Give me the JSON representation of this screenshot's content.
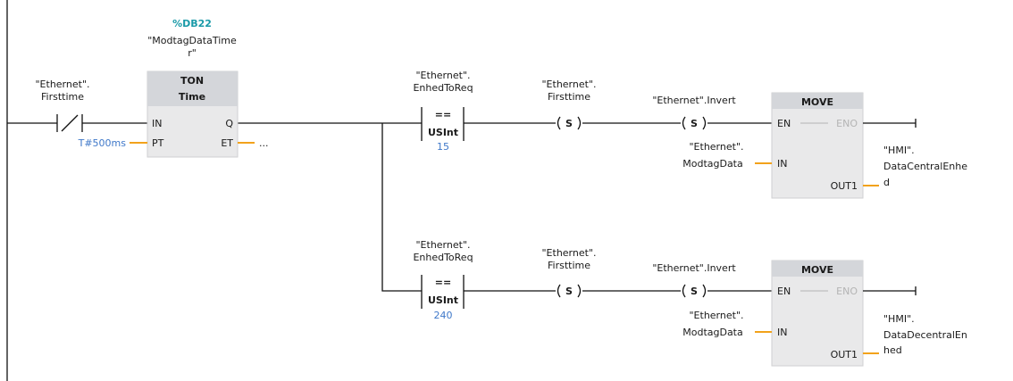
{
  "timer": {
    "db": "%DB22",
    "instance_line1": "\"ModtagDataTime",
    "instance_line2": "r\"",
    "type": "TON",
    "subtype": "Time",
    "pin_in": "IN",
    "pin_pt": "PT",
    "pin_q": "Q",
    "pin_et": "ET",
    "pt_value": "T#500ms",
    "et_value": "..."
  },
  "firsttime_contact": {
    "line1": "\"Ethernet\".",
    "line2": "Firsttime"
  },
  "rungs": [
    {
      "compare": {
        "line1": "\"Ethernet\".",
        "line2": "EnhedToReq",
        "op": "==",
        "type": "USInt",
        "value": "15"
      },
      "set1": {
        "line1": "\"Ethernet\".",
        "line2": "Firsttime",
        "symbol": "S"
      },
      "set2": {
        "label": "\"Ethernet\".Invert",
        "symbol": "S"
      },
      "move": {
        "title": "MOVE",
        "en": "EN",
        "eno": "ENO",
        "in": "IN",
        "out1": "OUT1",
        "in_line1": "\"Ethernet\".",
        "in_line2": "ModtagData",
        "out_line1": "\"HMI\".",
        "out_line2": "DataCentralEnhe",
        "out_line3": "d"
      }
    },
    {
      "compare": {
        "line1": "\"Ethernet\".",
        "line2": "EnhedToReq",
        "op": "==",
        "type": "USInt",
        "value": "240"
      },
      "set1": {
        "line1": "\"Ethernet\".",
        "line2": "Firsttime",
        "symbol": "S"
      },
      "set2": {
        "label": "\"Ethernet\".Invert",
        "symbol": "S"
      },
      "move": {
        "title": "MOVE",
        "en": "EN",
        "eno": "ENO",
        "in": "IN",
        "out1": "OUT1",
        "in_line1": "\"Ethernet\".",
        "in_line2": "ModtagData",
        "out_line1": "\"HMI\".",
        "out_line2": "DataDecentralEn",
        "out_line3": "hed"
      }
    }
  ],
  "colors": {
    "wire": "#111111",
    "param_wire": "#f2a21b",
    "db_label": "#1a9aa8",
    "value_text": "#3f78c9",
    "box_fill": "#e9e9ea"
  }
}
